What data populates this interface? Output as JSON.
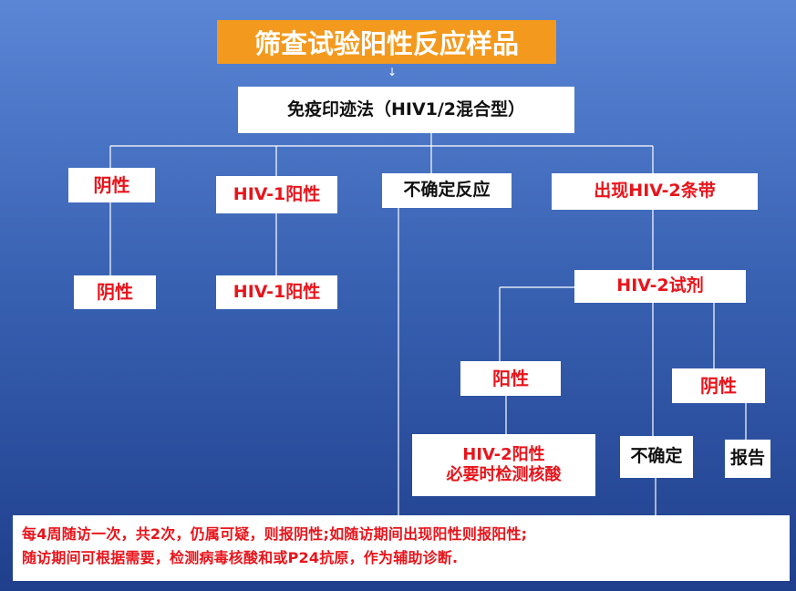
{
  "title": "筛查试验阳性反应样品",
  "arrow": "↓",
  "method_box": "免疫印迹法（HIV1/2混合型）",
  "branches": {
    "negative": "阴性",
    "hiv1_positive": "HIV-1阳性",
    "indeterminate": "不确定反应",
    "hiv2_band": "出现HIV-2条带"
  },
  "results": {
    "negative": "阴性",
    "hiv1_positive": "HIV-1阳性"
  },
  "hiv2_reagent": "HIV-2试剂",
  "hiv2_outcomes": {
    "positive": "阳性",
    "negative": "阴性",
    "positive_note_line1": "HIV-2阳性",
    "positive_note_line2": "必要时检测核酸",
    "indeterminate": "不确定",
    "report": "报告"
  },
  "bottom_note": {
    "line1": "每4周随访一次，共2次，仍属可疑，则报阴性;如随访期间出现阳性则报阳性;",
    "line2": "随访期间可根据需要，检测病毒核酸和或P24抗原，作为辅助诊断."
  },
  "colors": {
    "title_bg": "#f39a1e",
    "text_red": "#e8141b",
    "background_top": "#5b86d6",
    "background_bottom": "#1f3f8c"
  }
}
